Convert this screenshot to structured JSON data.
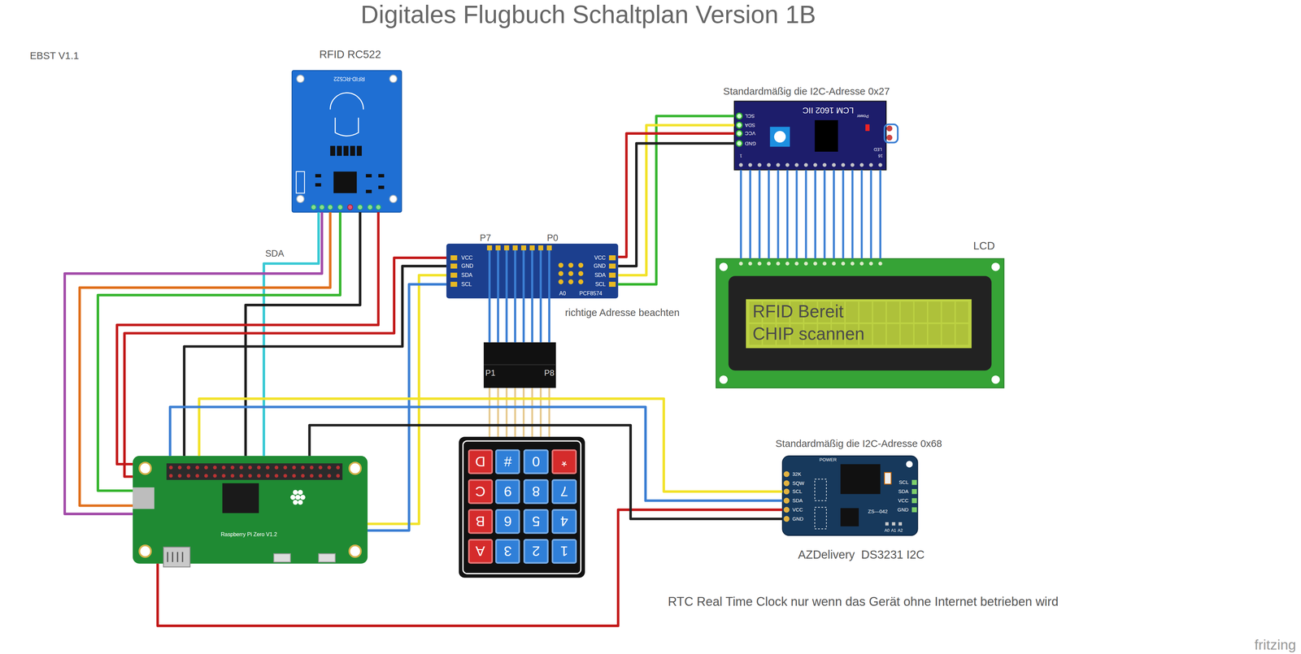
{
  "diagram": {
    "title": "Digitales Flugbuch Schaltplan Version 1B",
    "nodes": [
      {
        "text": [
          "RFID RC522",
          "RFID-RC522"
        ]
      },
      {
        "text": [
          "Standardmäßig die I2C-Adresse 0x27",
          "LCM 1602 IIC",
          "SCL",
          "SDA",
          "VCC",
          "GND",
          "Power",
          "LED",
          "1",
          "16"
        ]
      },
      {
        "text": [
          "P7",
          "P0",
          "VCC",
          "GND",
          "SDA",
          "SCL",
          "VCC",
          "GND",
          "SDA",
          "SCL",
          "A0",
          "PCF8574"
        ]
      },
      {
        "text": [
          "LCD",
          "RFID Bereit",
          "CHIP scannen"
        ]
      },
      {
        "text": [
          "P1",
          "P8"
        ]
      },
      {
        "text": []
      },
      {
        "text": [
          "D"
        ],
        "in": 5
      },
      {
        "text": [
          "#"
        ],
        "in": 5
      },
      {
        "text": [
          "0"
        ],
        "in": 5
      },
      {
        "text": [
          "*"
        ],
        "in": 5
      },
      {
        "text": [
          "C"
        ],
        "in": 5
      },
      {
        "text": [
          "9"
        ],
        "in": 5
      },
      {
        "text": [
          "8"
        ],
        "in": 5
      },
      {
        "text": [
          "7"
        ],
        "in": 5
      },
      {
        "text": [
          "B"
        ],
        "in": 5
      },
      {
        "text": [
          "6"
        ],
        "in": 5
      },
      {
        "text": [
          "5"
        ],
        "in": 5
      },
      {
        "text": [
          "4"
        ],
        "in": 5
      },
      {
        "text": [
          "A"
        ],
        "in": 5
      },
      {
        "text": [
          "3"
        ],
        "in": 5
      },
      {
        "text": [
          "2"
        ],
        "in": 5
      },
      {
        "text": [
          "1"
        ],
        "in": 5
      },
      {
        "text": [
          "Raspberry Pi Zero V1.2"
        ]
      },
      {
        "text": [
          "Standardmäßig die I2C-Adresse 0x68",
          "POWER",
          "32K",
          "SQW",
          "SCL",
          "SDA",
          "VCC",
          "GND",
          "ZS—042",
          "SCL",
          "SDA",
          "VCC",
          "GND",
          "A0",
          "A1",
          "A2",
          "AZDelivery  DS3231 I2C"
        ]
      }
    ],
    "edges": [
      {
        "from": 0,
        "to": 22,
        "arrow": "none"
      },
      {
        "from": 0,
        "to": 22,
        "arrow": "none"
      },
      {
        "from": 0,
        "to": 22,
        "arrow": "none"
      },
      {
        "from": 0,
        "to": 22,
        "arrow": "none"
      },
      {
        "from": 0,
        "to": 22,
        "arrow": "none"
      },
      {
        "from": 0,
        "to": 22,
        "arrow": "none"
      },
      {
        "from": 1,
        "to": 2,
        "arrow": "none"
      },
      {
        "from": 1,
        "to": 2,
        "arrow": "none"
      },
      {
        "from": 1,
        "to": 2,
        "arrow": "none"
      },
      {
        "from": 1,
        "to": 2,
        "arrow": "none"
      },
      {
        "from": 1,
        "to": 3,
        "arrow": "none"
      },
      {
        "from": 1,
        "to": 3,
        "arrow": "none"
      },
      {
        "from": 1,
        "to": 3,
        "arrow": "none"
      },
      {
        "from": 1,
        "to": 3,
        "arrow": "none"
      },
      {
        "from": 1,
        "to": 3,
        "arrow": "none"
      },
      {
        "from": 1,
        "to": 3,
        "arrow": "none"
      },
      {
        "from": 1,
        "to": 3,
        "arrow": "none"
      },
      {
        "from": 1,
        "to": 3,
        "arrow": "none"
      },
      {
        "from": 1,
        "to": 3,
        "arrow": "none"
      },
      {
        "from": 1,
        "to": 3,
        "arrow": "none"
      },
      {
        "from": 1,
        "to": 3,
        "arrow": "none"
      },
      {
        "from": 1,
        "to": 3,
        "arrow": "none"
      },
      {
        "from": 1,
        "to": 3,
        "arrow": "none"
      },
      {
        "from": 1,
        "to": 3,
        "arrow": "none"
      },
      {
        "from": 1,
        "to": 3,
        "arrow": "none"
      },
      {
        "from": 1,
        "to": 3,
        "arrow": "none"
      },
      {
        "from": 2,
        "to": 22,
        "arrow": "none"
      },
      {
        "from": 2,
        "to": 22,
        "arrow": "none"
      },
      {
        "from": 2,
        "to": 22,
        "arrow": "none"
      },
      {
        "from": 2,
        "to": 22,
        "arrow": "none"
      },
      {
        "from": 2,
        "to": 4,
        "arrow": "none"
      },
      {
        "from": 2,
        "to": 4,
        "arrow": "none"
      },
      {
        "from": 2,
        "to": 4,
        "arrow": "none"
      },
      {
        "from": 2,
        "to": 4,
        "arrow": "none"
      },
      {
        "from": 2,
        "to": 4,
        "arrow": "none"
      },
      {
        "from": 2,
        "to": 4,
        "arrow": "none"
      },
      {
        "from": 2,
        "to": 4,
        "arrow": "none"
      },
      {
        "from": 2,
        "to": 4,
        "arrow": "none"
      },
      {
        "from": 4,
        "to": 5,
        "arrow": "none"
      },
      {
        "from": 4,
        "to": 5,
        "arrow": "none"
      },
      {
        "from": 4,
        "to": 5,
        "arrow": "none"
      },
      {
        "from": 4,
        "to": 5,
        "arrow": "none"
      },
      {
        "from": 4,
        "to": 5,
        "arrow": "none"
      },
      {
        "from": 4,
        "to": 5,
        "arrow": "none"
      },
      {
        "from": 4,
        "to": 5,
        "arrow": "none"
      },
      {
        "from": 4,
        "to": 5,
        "arrow": "none"
      },
      {
        "from": 23,
        "to": 22,
        "arrow": "none"
      },
      {
        "from": 23,
        "to": 22,
        "arrow": "none"
      },
      {
        "from": 23,
        "to": 22,
        "arrow": "none"
      },
      {
        "from": 23,
        "to": 22,
        "arrow": "none"
      }
    ],
    "labels": [
      "EBST V1.1",
      "SDA",
      "richtige Adresse beachten",
      "RTC Real Time Clock nur wenn das Gerät ohne Internet betrieben wird",
      "fritzing"
    ]
  }
}
